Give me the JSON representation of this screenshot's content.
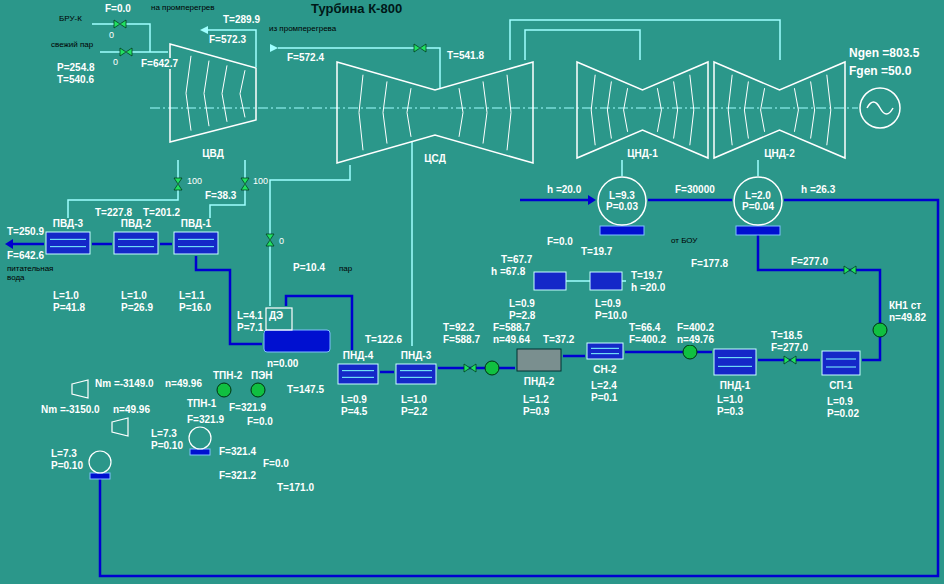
{
  "diagram": {
    "title": "Турбина К-800",
    "nodes": [
      {
        "text": [
          "ЦВД"
        ]
      },
      {
        "text": [
          "ЦСД"
        ]
      },
      {
        "text": [
          "ЦНД-1"
        ]
      },
      {
        "text": [
          "ЦНД-2"
        ]
      },
      {
        "text": [
          "L=9.3",
          "P=0.03"
        ]
      },
      {
        "text": [
          "L=2.0",
          "P=0.04"
        ]
      },
      {
        "text": [
          "ПВД-3"
        ]
      },
      {
        "text": [
          "ПВД-2"
        ]
      },
      {
        "text": [
          "ПВД-1"
        ]
      },
      {
        "text": [
          "ДЭ"
        ]
      },
      {
        "text": [
          "ПНД-4"
        ]
      },
      {
        "text": [
          "ПНД-3"
        ]
      },
      {
        "text": [
          "ПНД-2"
        ]
      },
      {
        "text": [
          "СН-2"
        ]
      },
      {
        "text": [
          "ПНД-1"
        ]
      },
      {
        "text": [
          "СП-1"
        ]
      }
    ],
    "edges": [
      {
        "from": 1,
        "to": 2,
        "arrow": "none"
      },
      {
        "from": 1,
        "to": 3,
        "arrow": "none"
      },
      {
        "from": 2,
        "to": 4,
        "arrow": "none"
      },
      {
        "from": 3,
        "to": 5,
        "arrow": "none"
      },
      {
        "from": 5,
        "to": 15,
        "arrow": "none"
      },
      {
        "from": 15,
        "to": 14,
        "arrow": "none"
      },
      {
        "from": 14,
        "to": 13,
        "arrow": "none"
      },
      {
        "from": 13,
        "to": 12,
        "arrow": "none"
      },
      {
        "from": 12,
        "to": 11,
        "arrow": "none"
      },
      {
        "from": 11,
        "to": 10,
        "arrow": "none"
      },
      {
        "from": 10,
        "to": 9,
        "arrow": "none"
      },
      {
        "from": 9,
        "to": 8,
        "arrow": "none"
      },
      {
        "from": 8,
        "to": 7,
        "arrow": "none"
      },
      {
        "from": 7,
        "to": 6,
        "arrow": "none"
      },
      {
        "from": 0,
        "to": 6,
        "arrow": "none"
      },
      {
        "from": 0,
        "to": 8,
        "arrow": "none"
      },
      {
        "from": 1,
        "to": 9,
        "arrow": "none"
      }
    ],
    "labels": [
      "F=0.0",
      "БРУ-К",
      "0",
      "на промперегрев",
      "T=289.9",
      "F=572.3",
      "свежий пар",
      "0",
      "P=254.8",
      "T=540.6",
      "F=642.7",
      "из промперегрева",
      "F=572.4",
      "T=541.8",
      "Ngen =803.5",
      "Fgen =50.0",
      "h =20.0",
      "F=30000",
      "h =26.3",
      "T=250.9",
      "F=642.6",
      "питательная вода",
      "T=227.8",
      "T=201.2",
      "100",
      "F=38.3",
      "100",
      "F=0.0",
      "T=19.7",
      "0",
      "T=67.7",
      "P=10.4",
      "пар",
      "h =67.8",
      "T=19.7",
      "h =20.0",
      "от БОУ",
      "F=177.8",
      "F=277.0",
      "L=1.0",
      "P=41.8",
      "L=1.0",
      "P=26.9",
      "L=1.1",
      "P=16.0",
      "L=0.9",
      "P=2.8",
      "L=0.9",
      "P=10.0",
      "КН1 ст",
      "n=49.82",
      "L=4.1",
      "P=7.1",
      "T=92.2",
      "F=588.7",
      "F=588.7",
      "n=49.64",
      "T=66.4",
      "F=400.2",
      "F=400.2",
      "n=49.76",
      "T=18.5",
      "F=277.0",
      "T=122.6",
      "T=37.2",
      "n=0.00",
      "Nm =-3149.0",
      "n=49.96",
      "ТПН-2",
      "ПЭН",
      "L=2.4",
      "T=147.5",
      "P=0.1",
      "L=0.9",
      "P=4.5",
      "L=1.0",
      "P=2.2",
      "L=1.2",
      "P=0.9",
      "L=1.0",
      "P=0.3",
      "L=0.9",
      "P=0.02",
      "ТПН-1",
      "F=321.9",
      "Nm =-3150.0",
      "n=49.96",
      "F=321.9",
      "F=0.0",
      "L=7.3",
      "P=0.10",
      "F=321.4",
      "L=7.3",
      "P=0.10",
      "F=0.0",
      "F=321.2",
      "T=171.0"
    ]
  }
}
